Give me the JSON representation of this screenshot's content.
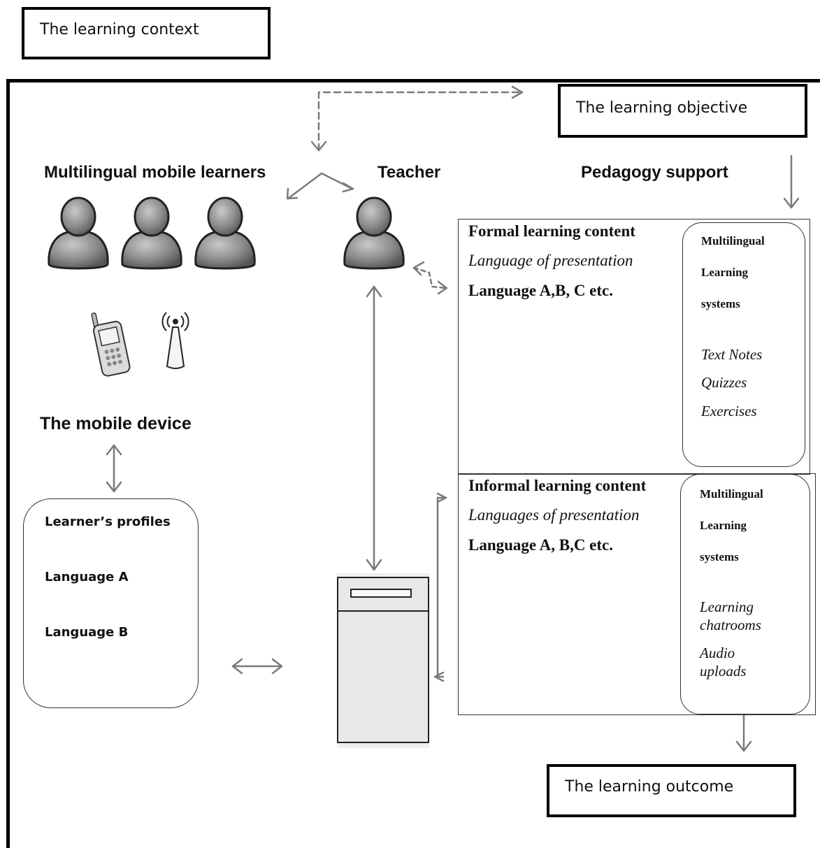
{
  "context_label": "The learning context",
  "objective_label": "The learning objective",
  "outcome_label": "The learning outcome",
  "learners_heading": "Multilingual mobile learners",
  "teacher_heading": "Teacher",
  "pedagogy_heading": "Pedagogy support",
  "mobile_device_heading": "The mobile device",
  "formal": {
    "title": "Formal learning content",
    "subtitle": "Language of presentation",
    "languages": "Language A,B, C etc.",
    "systems": {
      "line1": "Multilingual",
      "line2": "Learning",
      "line3": "systems",
      "items": [
        "Text Notes",
        "Quizzes",
        "Exercises"
      ]
    }
  },
  "informal": {
    "title": "Informal learning content",
    "subtitle": "Languages of presentation",
    "languages": "Language A, B,C etc.",
    "systems": {
      "line1": "Multilingual",
      "line2": "Learning",
      "line3": "systems",
      "items": [
        "Learning chatrooms",
        "Audio uploads"
      ]
    }
  },
  "profiles": {
    "title": "Learner’s profiles",
    "lang_a": "Language A",
    "lang_b": "Language B"
  },
  "colors": {
    "arrow": "#7a7a7a",
    "person": "#8c8c8c",
    "server": "#e8e8e8"
  },
  "icons": [
    "person-icon",
    "mobile-phone-icon",
    "antenna-icon",
    "server-icon"
  ]
}
